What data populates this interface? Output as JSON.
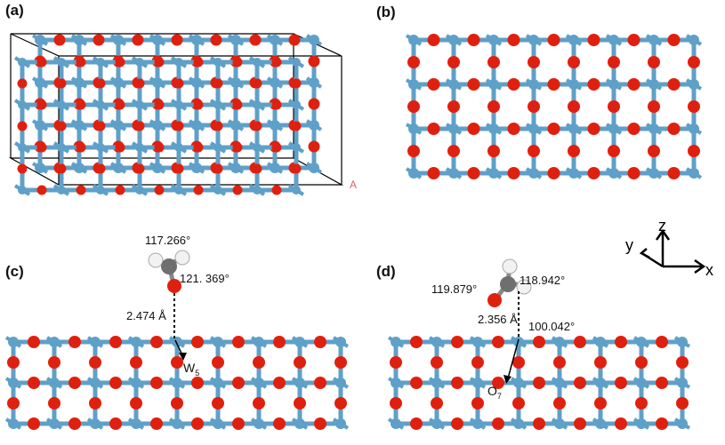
{
  "panels": {
    "a": {
      "label": "(a)",
      "axis_marker": "A"
    },
    "b": {
      "label": "(b)"
    },
    "c": {
      "label": "(c)",
      "angle_top": "117.266°",
      "angle_side": "121. 369°",
      "distance": "2.474 Å",
      "site": "W",
      "site_sub": "5"
    },
    "d": {
      "label": "(d)",
      "angle_left": "119.879°",
      "angle_right": "118.942°",
      "distance": "2.356 Å",
      "angle_bottom": "100.042°",
      "site": "O",
      "site_sub": "7"
    }
  },
  "axes": {
    "z": "z",
    "y": "y",
    "x": "x"
  },
  "colors": {
    "tungsten": "#5fa0c8",
    "oxygen": "#e0200f",
    "carbon": "#7a7a7a",
    "hydrogen": "#f2f2f2",
    "cell": "#000000",
    "marker": "#e06060"
  }
}
